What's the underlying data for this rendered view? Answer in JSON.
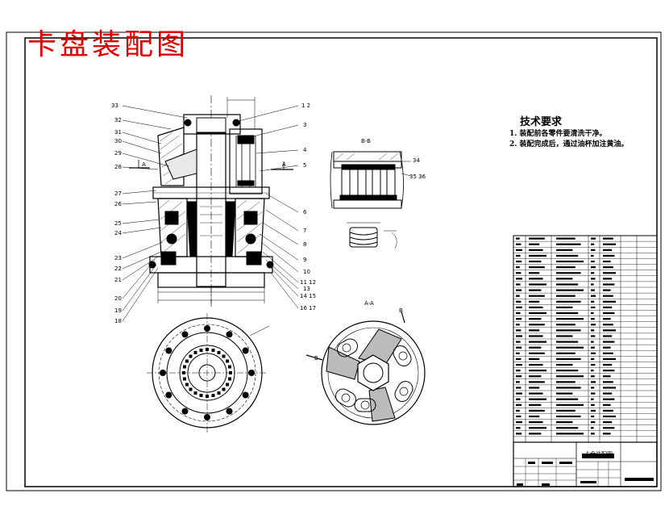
{
  "drawing": {
    "title": "卡盘装配图",
    "technical_requirements": {
      "heading": "技术要求",
      "items": [
        "1. 装配前各零件要清洗干净。",
        "2. 装配完成后，通过油杯加注黄油。"
      ]
    },
    "balloon_numbers_left": [
      "33",
      "32",
      "31",
      "30",
      "29",
      "28",
      "27",
      "26",
      "25",
      "24",
      "23",
      "22",
      "21",
      "20",
      "19",
      "18"
    ],
    "balloon_numbers_right": [
      "1 2",
      "3",
      "4",
      "5",
      "6",
      "7",
      "8",
      "9",
      "10",
      "11 12",
      "13",
      "14 15",
      "16 17"
    ],
    "section_labels": [
      "B-B",
      "A-A",
      "A",
      "B"
    ],
    "callouts": [
      "34",
      "35 36"
    ],
    "title_block": {
      "drawing_name": "卡盘装配图"
    },
    "colors": {
      "title": "#e00000",
      "line": "#000000",
      "background": "#ffffff"
    }
  }
}
